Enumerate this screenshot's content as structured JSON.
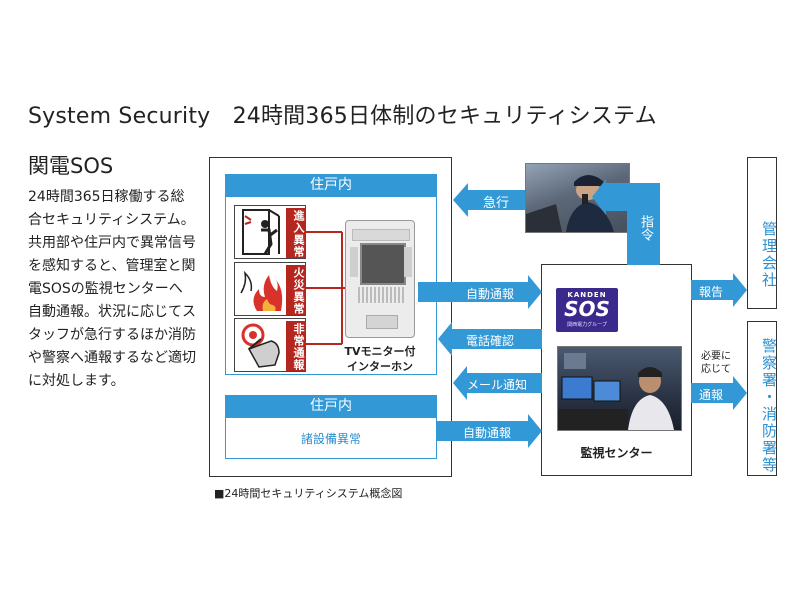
{
  "title": "System Security　24時間365日体制のセキュリティシステム",
  "heading": "関電SOS",
  "description": "24時間365日稼働する総合セキュリティシステム。共用部や住戸内で異常信号を感知すると、管理室と関電SOSの監視センターへ自動通報。状況に応じてスタッフが急行するほか消防や警察へ通報するなど適切に対処します。",
  "dwelling_top": {
    "header": "住戸内",
    "alarms": [
      {
        "label": "進入異常",
        "icon": "intruder-icon"
      },
      {
        "label": "火災異常",
        "icon": "fire-icon"
      },
      {
        "label": "非常通報",
        "icon": "emergency-button-icon"
      }
    ],
    "intercom_label": "TVモニター付\nインターホン"
  },
  "dwelling_bottom": {
    "header": "住戸内",
    "body": "諸設備異常"
  },
  "arrows": {
    "rush": "急行",
    "command": "指令",
    "auto_report_1": "自動通報",
    "phone_check": "電話確認",
    "mail_notice": "メール通知",
    "auto_report_2": "自動通報",
    "report": "報告",
    "conditional": "必要に\n応じて",
    "notify": "通報"
  },
  "center": {
    "logo_top": "KANDEN",
    "logo_main": "SOS",
    "logo_sub": "関西電力グループ",
    "label": "監視センター"
  },
  "right_boxes": {
    "management": "管理会社",
    "police_fire": "警察署・消防署等"
  },
  "caption": "■24時間セキュリティシステム概念図",
  "colors": {
    "accent_blue": "#3399d6",
    "alarm_red": "#b5271e",
    "logo_purple": "#3b2a8c"
  }
}
